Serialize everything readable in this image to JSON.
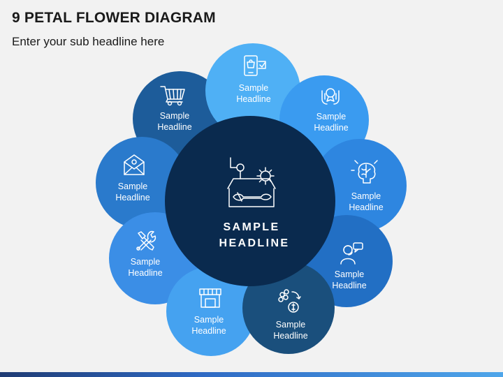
{
  "header": {
    "title": "9 PETAL FLOWER DIAGRAM",
    "subtitle": "Enter your sub headline here"
  },
  "center": {
    "line1": "SAMPLE",
    "line2": "HEADLINE",
    "icon": "tools-box-icon",
    "color": "#0a2a4e"
  },
  "petals": [
    {
      "line1": "Sample",
      "line2": "Headline",
      "icon": "mobile-shopping-icon",
      "color": "#4fb0f5"
    },
    {
      "line1": "Sample",
      "line2": "Headline",
      "icon": "hands-award-icon",
      "color": "#3a9bf0"
    },
    {
      "line1": "Sample",
      "line2": "Headline",
      "icon": "brain-idea-icon",
      "color": "#2e86e0"
    },
    {
      "line1": "Sample",
      "line2": "Headline",
      "icon": "support-agent-icon",
      "color": "#226fc4"
    },
    {
      "line1": "Sample",
      "line2": "Headline",
      "icon": "money-exchange-icon",
      "color": "#1a4f7c"
    },
    {
      "line1": "Sample",
      "line2": "Headline",
      "icon": "shop-icon",
      "color": "#45a2f0"
    },
    {
      "line1": "Sample",
      "line2": "Headline",
      "icon": "wrench-screwdriver-icon",
      "color": "#3b8ee6"
    },
    {
      "line1": "Sample",
      "line2": "Headline",
      "icon": "email-icon",
      "color": "#2a7acc"
    },
    {
      "line1": "Sample",
      "line2": "Headline",
      "icon": "shopping-cart-icon",
      "color": "#1d5c9a"
    }
  ]
}
